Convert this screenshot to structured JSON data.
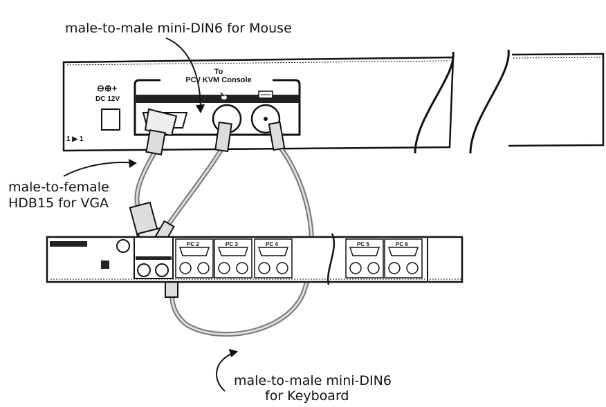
{
  "labels": {
    "mouse_cable": "male-to-male mini-DIN6 for Mouse",
    "vga_cable_line1": "male-to-female",
    "vga_cable_line2": "HDB15 for VGA",
    "keyboard_cable_line1": "male-to-male mini-DIN6",
    "keyboard_cable_line2": "for Keyboard"
  },
  "top_unit": {
    "power_symbol": "⊖⊕+",
    "power_label": "DC 12V",
    "console_title_line1": "To",
    "console_title_line2": "PC / KVM Console",
    "port_label": "1 ▶ 1"
  },
  "bottom_unit": {
    "ports": [
      {
        "label": "PC 2"
      },
      {
        "label": "PC 3"
      },
      {
        "label": "PC 4"
      },
      {
        "label": "PC 5"
      },
      {
        "label": "PC 6"
      }
    ]
  },
  "colors": {
    "ink": "#111111",
    "panel_bar": "#222222",
    "cable_gray": "#8a8a8a",
    "background": "#ffffff"
  }
}
